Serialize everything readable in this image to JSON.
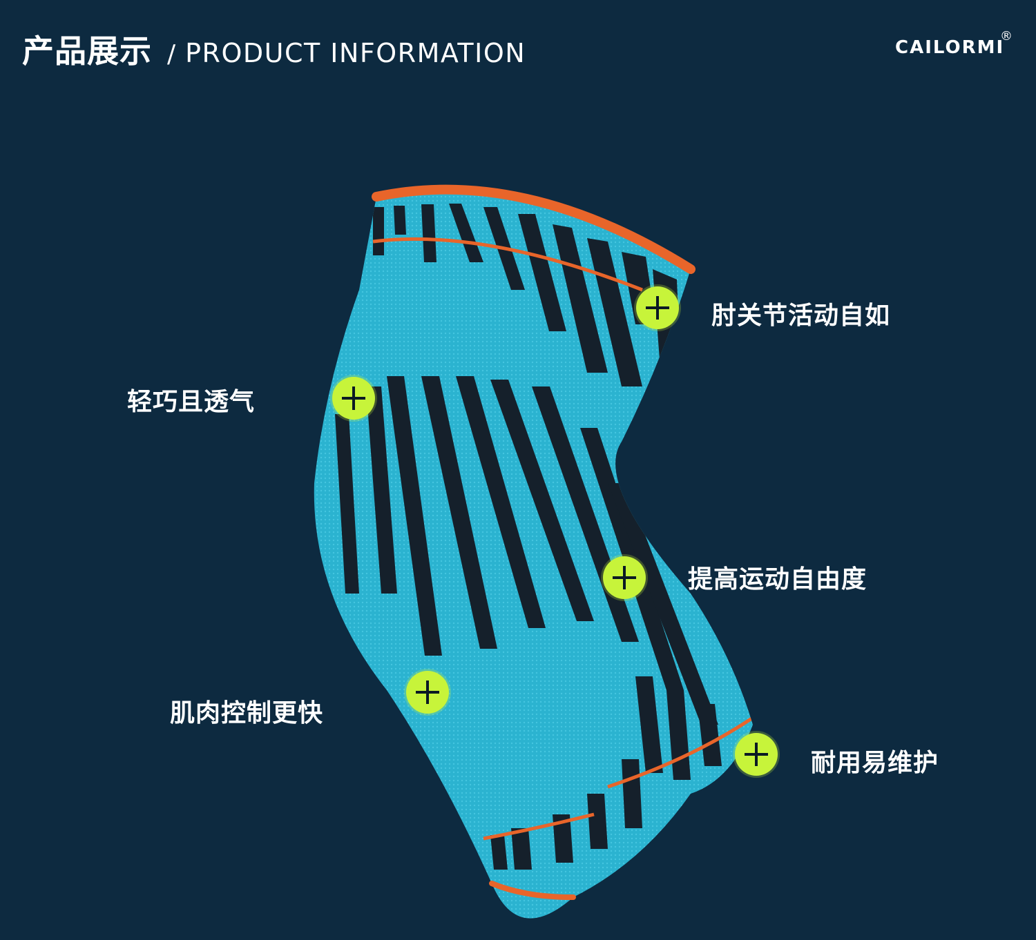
{
  "header": {
    "title_cn": "产品展示",
    "separator": "/",
    "title_en": "PRODUCT INFORMATION",
    "brand": "CAILORMI",
    "registered_mark": "®"
  },
  "features": [
    {
      "label": "肘关节活动自如",
      "icon": "plus-icon"
    },
    {
      "label": "轻巧且透气",
      "icon": "plus-icon"
    },
    {
      "label": "提高运动自由度",
      "icon": "plus-icon"
    },
    {
      "label": "肌肉控制更快",
      "icon": "plus-icon"
    },
    {
      "label": "耐用易维护",
      "icon": "plus-icon"
    }
  ],
  "colors": {
    "background": "#0d2a40",
    "sleeve": "#2bb3d0",
    "stripe": "#15202b",
    "trim": "#e8652a",
    "marker": "#c7f43a"
  }
}
